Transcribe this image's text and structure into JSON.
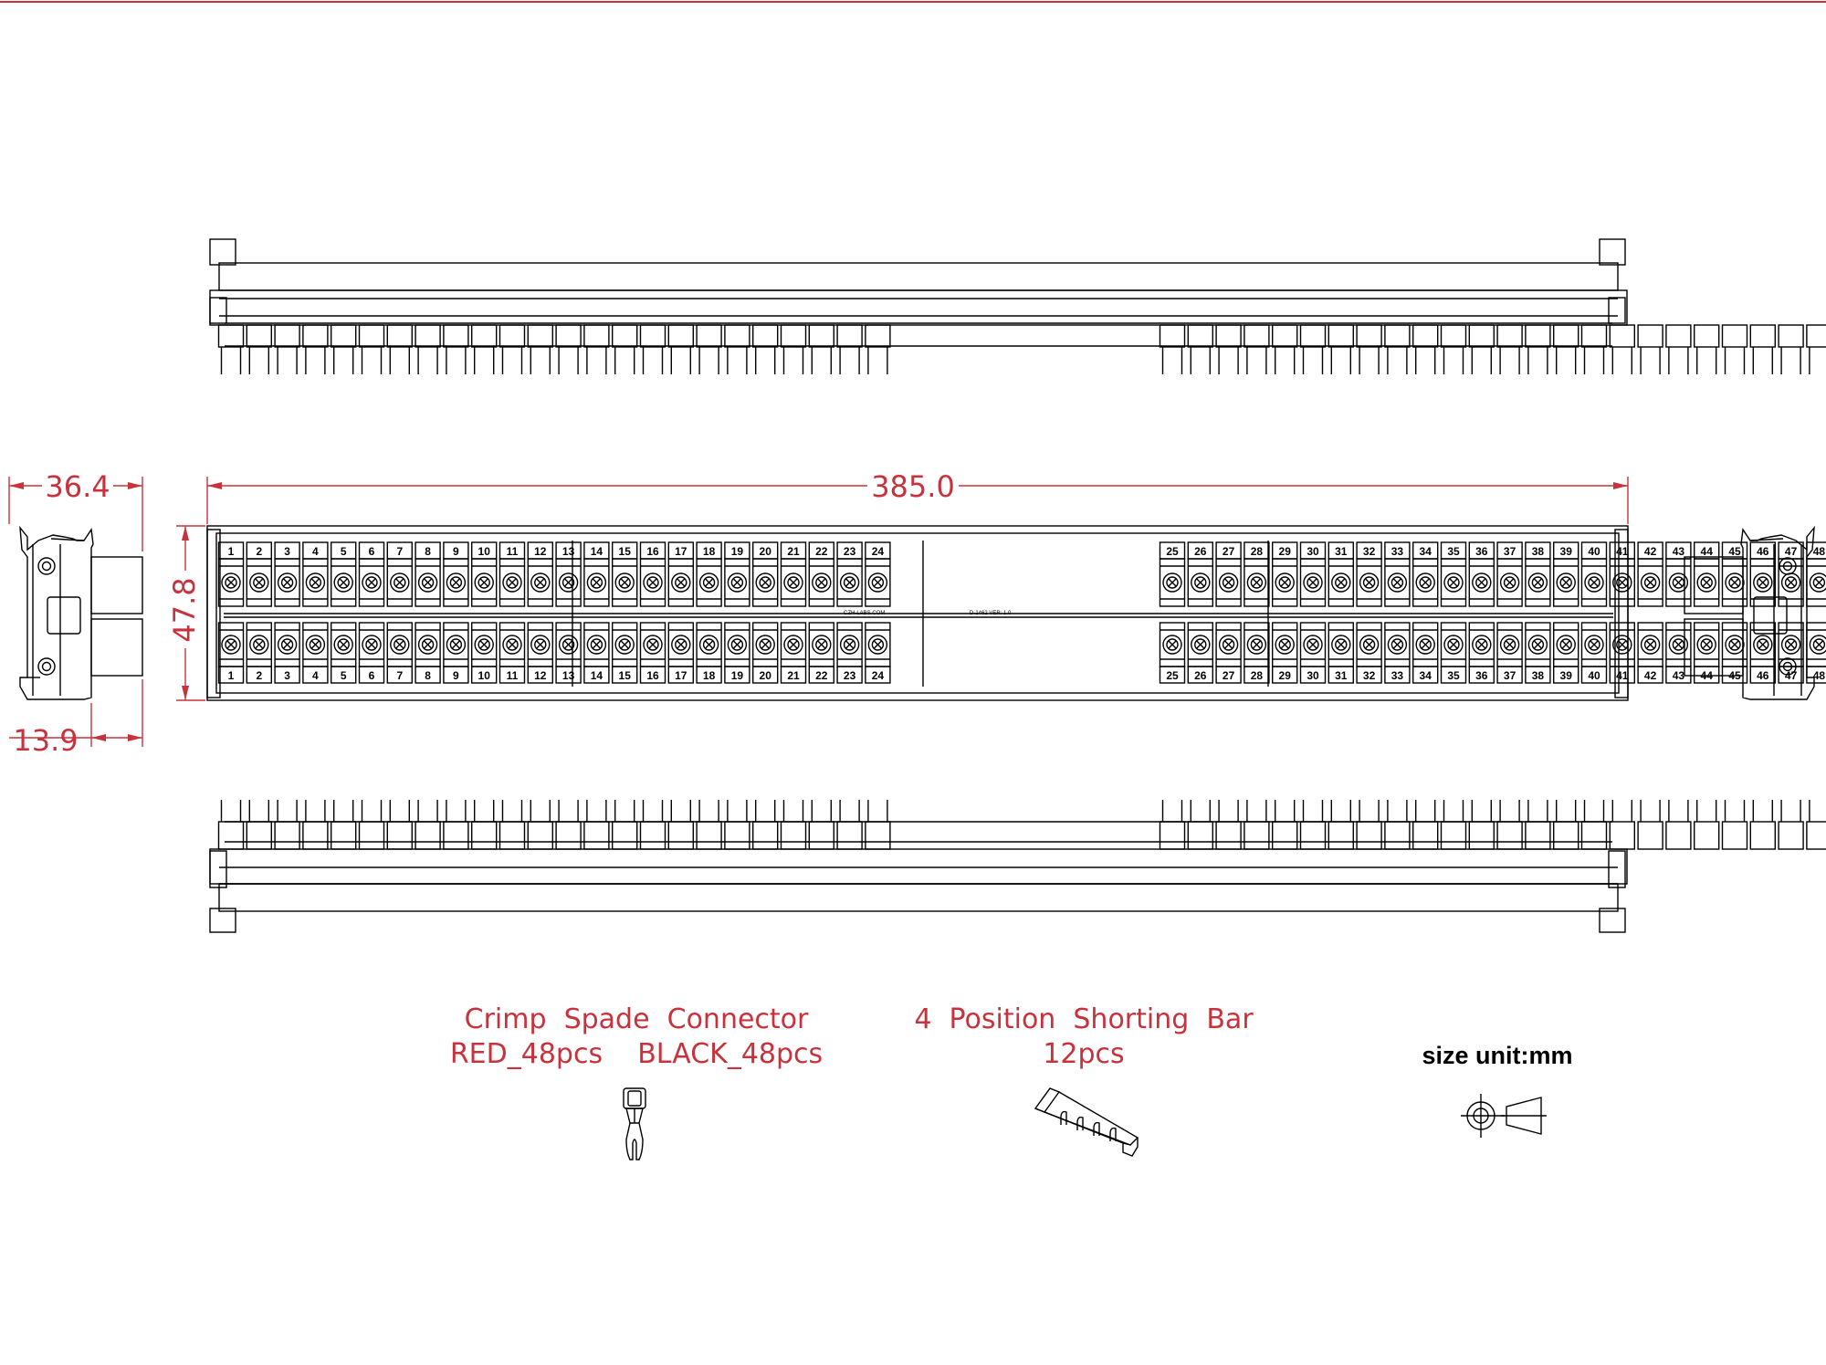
{
  "diagram": {
    "dimensions": {
      "length": "385.0",
      "height": "47.8",
      "depth": "36.4",
      "rail_offset": "13.9"
    },
    "accessories": {
      "crimp_line1": "Crimp  Spade  Connector",
      "crimp_line2": "RED_48pcs    BLACK_48pcs",
      "bar_line1": "4  Position  Shorting  Bar",
      "bar_line2": "12pcs"
    },
    "size_unit": "size unit:mm",
    "pcb_text_left": "CZH-LABS.COM",
    "pcb_text_right": "D-1462  VER: 1.0",
    "terminal_count": 48,
    "terminal_labels": [
      "1",
      "2",
      "3",
      "4",
      "5",
      "6",
      "7",
      "8",
      "9",
      "10",
      "11",
      "12",
      "13",
      "14",
      "15",
      "16",
      "17",
      "18",
      "19",
      "20",
      "21",
      "22",
      "23",
      "24",
      "25",
      "26",
      "27",
      "28",
      "29",
      "30",
      "31",
      "32",
      "33",
      "34",
      "35",
      "36",
      "37",
      "38",
      "39",
      "40",
      "41",
      "42",
      "43",
      "44",
      "45",
      "46",
      "47",
      "48"
    ],
    "colors": {
      "dimension": "#c8323c",
      "line": "#000000",
      "border": "#c8323c"
    }
  }
}
